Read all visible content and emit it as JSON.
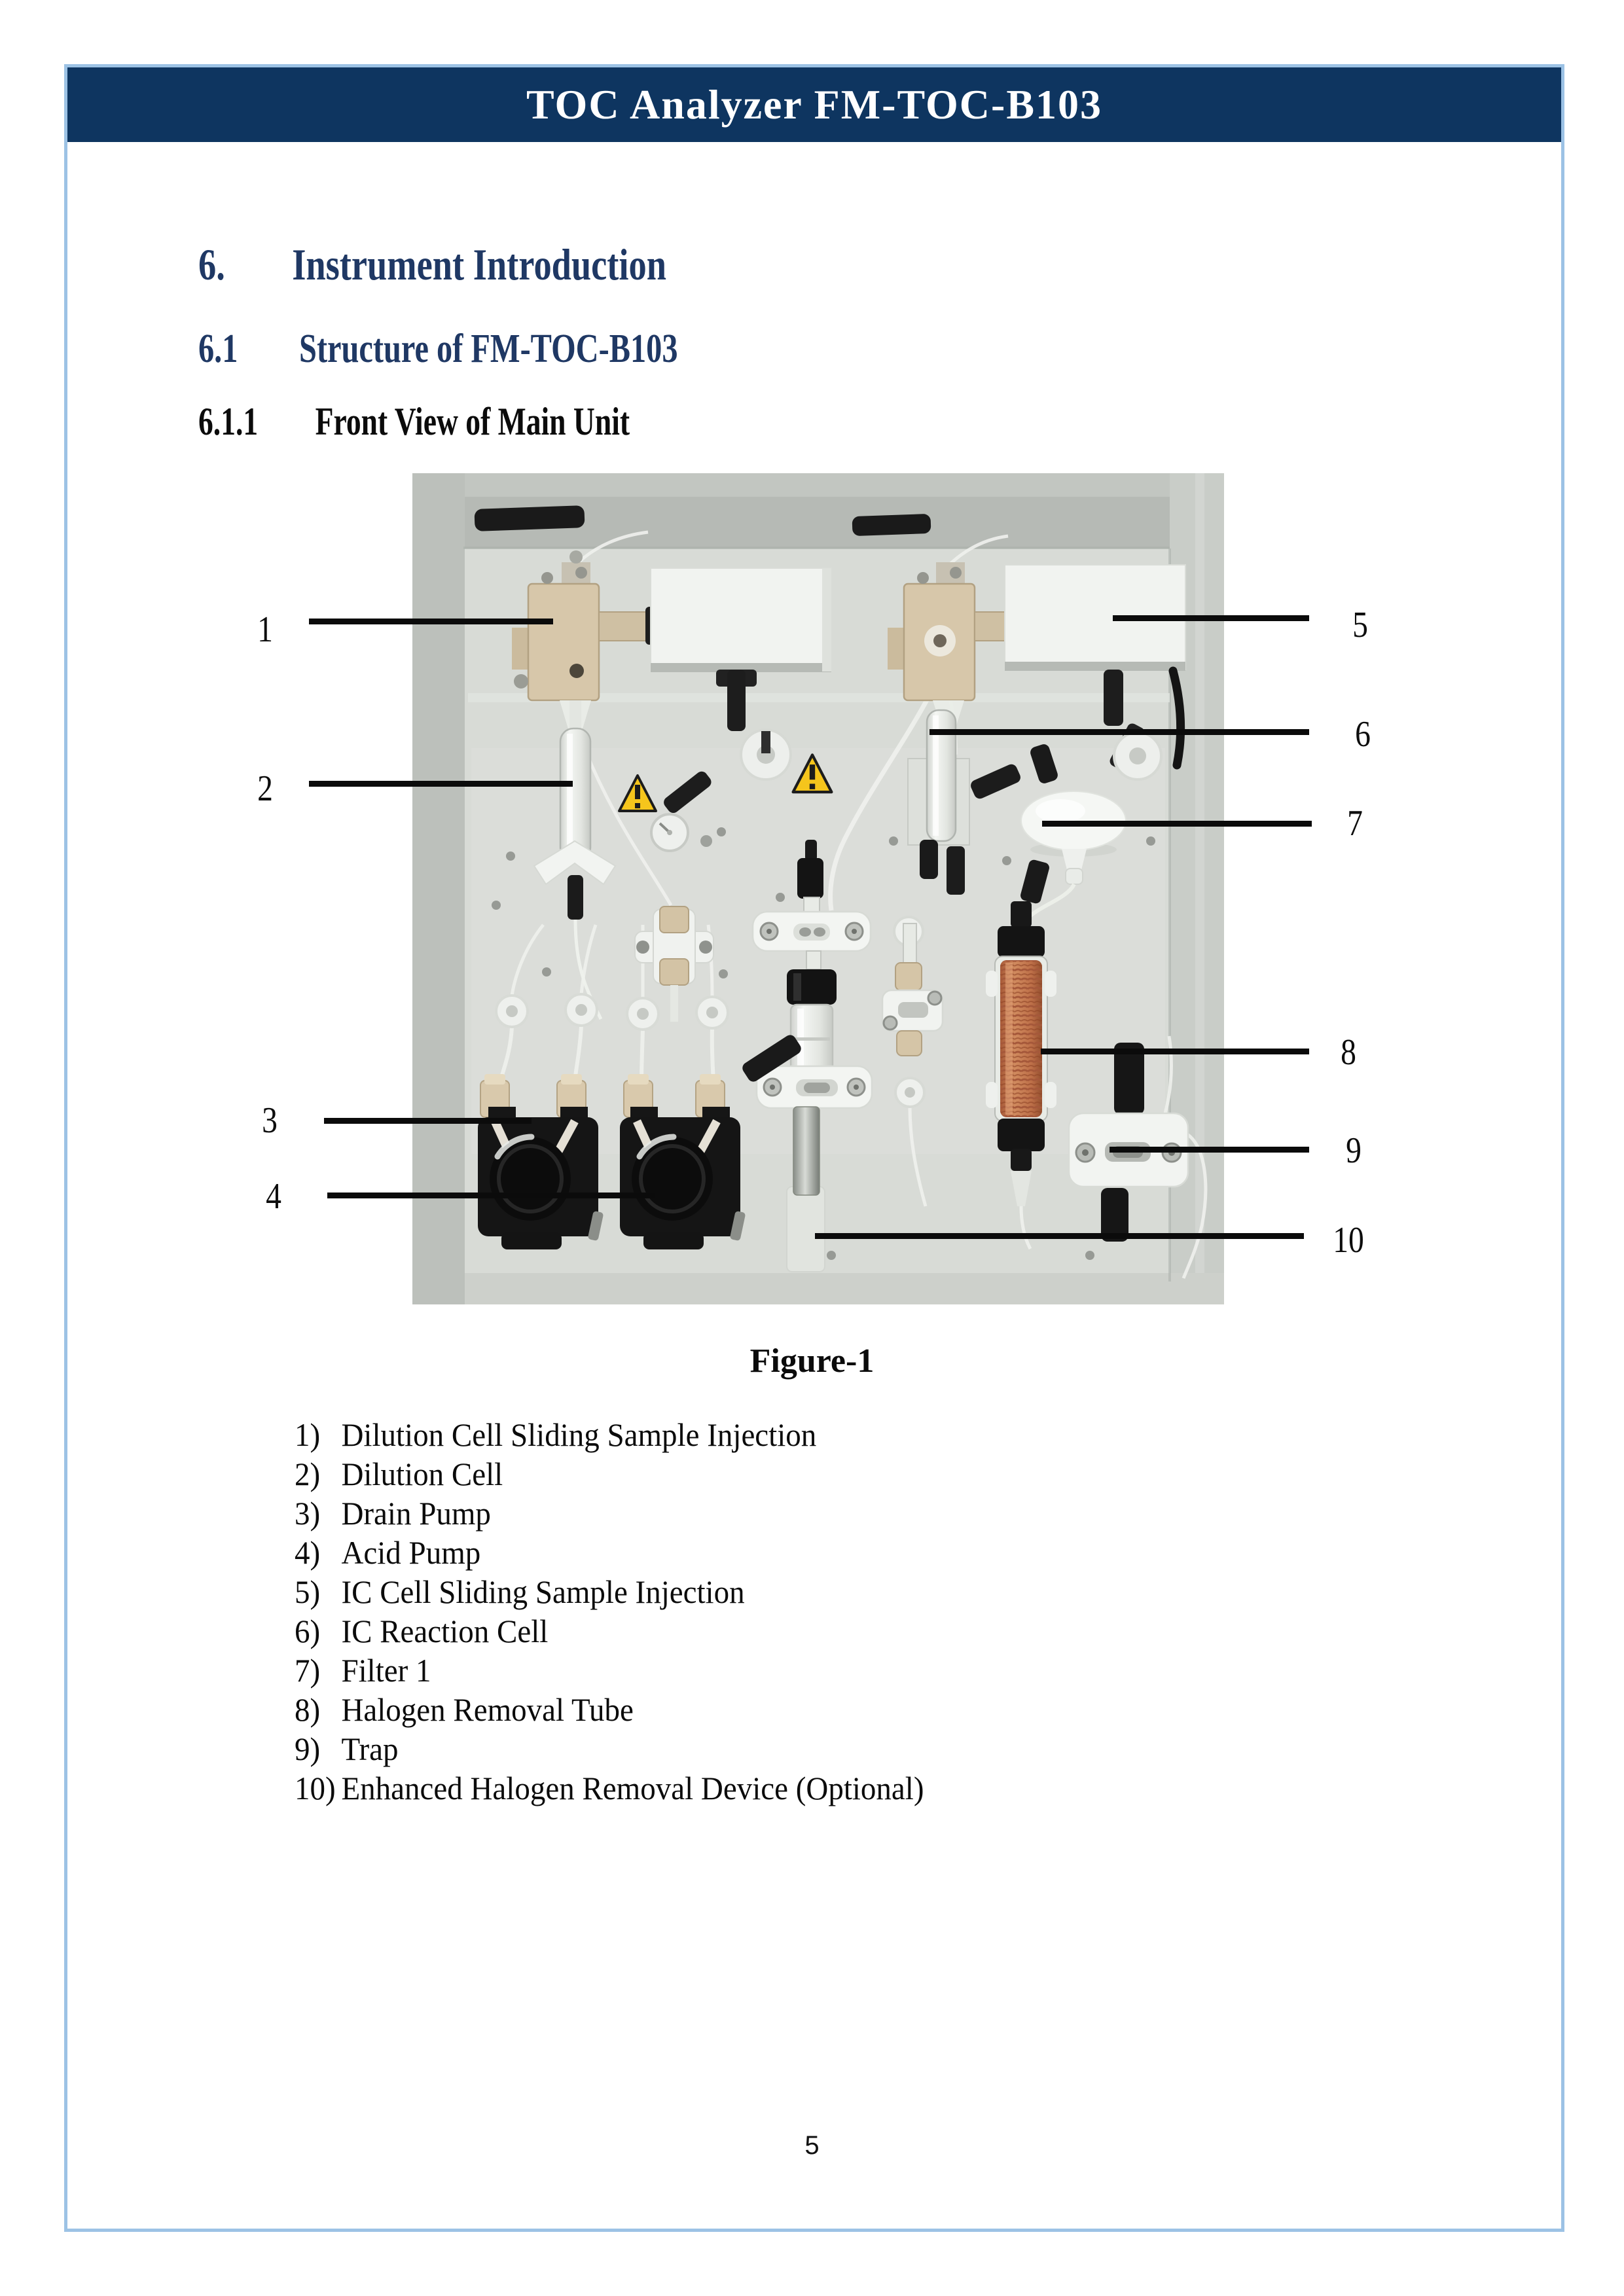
{
  "header": {
    "title": "TOC Analyzer FM-TOC-B103"
  },
  "sections": {
    "h1_num": "6.",
    "h1_text": "Instrument Introduction",
    "h2_num": "6.1",
    "h2_text": "Structure of FM-TOC-B103",
    "h3_num": "6.1.1",
    "h3_text": "Front View of Main Unit"
  },
  "figure": {
    "caption": "Figure-1",
    "callouts": [
      "1",
      "2",
      "3",
      "4",
      "5",
      "6",
      "7",
      "8",
      "9",
      "10"
    ]
  },
  "list": {
    "items": [
      {
        "num": "1)",
        "label": "Dilution Cell Sliding Sample Injection"
      },
      {
        "num": "2)",
        "label": "Dilution Cell"
      },
      {
        "num": "3)",
        "label": "Drain Pump"
      },
      {
        "num": "4)",
        "label": "Acid Pump"
      },
      {
        "num": "5)",
        "label": "IC Cell Sliding Sample Injection"
      },
      {
        "num": "6)",
        "label": "IC Reaction Cell"
      },
      {
        "num": "7)",
        "label": "Filter 1"
      },
      {
        "num": "8)",
        "label": "Halogen Removal Tube"
      },
      {
        "num": "9)",
        "label": "Trap"
      },
      {
        "num": "10)",
        "label": "Enhanced Halogen Removal Device (Optional)"
      }
    ]
  },
  "footer": {
    "page_number": "5"
  },
  "colors": {
    "page_border": "#9cc2e5",
    "header_bar": "#0e3560",
    "heading_text": "#1f3864",
    "halogen_tube_orange": "#bd6f48",
    "warning_yellow": "#f5c51c"
  }
}
